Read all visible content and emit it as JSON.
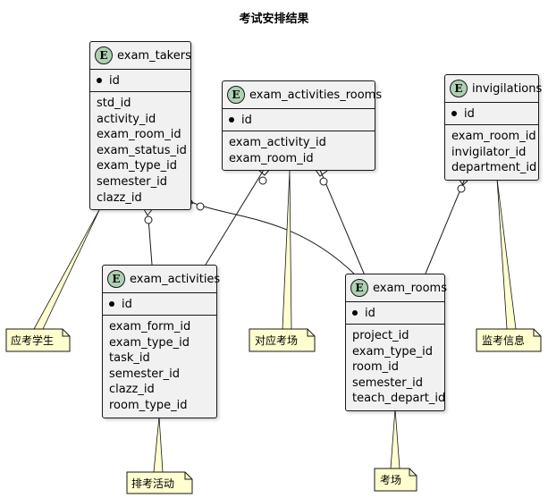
{
  "diagram": {
    "title": "考试安排结果",
    "entities": {
      "exam_takers": {
        "badge": "E",
        "name": "exam_takers",
        "pk": "id",
        "fields": [
          "std_id",
          "activity_id",
          "exam_room_id",
          "exam_status_id",
          "exam_type_id",
          "semester_id",
          "clazz_id"
        ]
      },
      "exam_activities_rooms": {
        "badge": "E",
        "name": "exam_activities_rooms",
        "pk": "id",
        "fields": [
          "exam_activity_id",
          "exam_room_id"
        ]
      },
      "invigilations": {
        "badge": "E",
        "name": "invigilations",
        "pk": "id",
        "fields": [
          "exam_room_id",
          "invigilator_id",
          "department_id"
        ]
      },
      "exam_activities": {
        "badge": "E",
        "name": "exam_activities",
        "pk": "id",
        "fields": [
          "exam_form_id",
          "exam_type_id",
          "task_id",
          "semester_id",
          "clazz_id",
          "room_type_id"
        ]
      },
      "exam_rooms": {
        "badge": "E",
        "name": "exam_rooms",
        "pk": "id",
        "fields": [
          "project_id",
          "exam_type_id",
          "room_id",
          "semester_id",
          "teach_depart_id"
        ]
      }
    },
    "notes": {
      "takers": "应考学生",
      "activities_rooms": "对应考场",
      "invigilations": "监考信息",
      "activities": "排考活动",
      "rooms": "考场"
    },
    "colors": {
      "entity_fill": "#F1F1F1",
      "badge_fill": "#ADD1B2",
      "note_fill": "#FEFECE",
      "line": "#181818"
    },
    "relationships": [
      {
        "from": "exam_takers",
        "to": "exam_activities",
        "type": "many-to-one"
      },
      {
        "from": "exam_takers",
        "to": "exam_rooms",
        "type": "many-to-one"
      },
      {
        "from": "exam_activities_rooms",
        "to": "exam_activities",
        "type": "many-to-one"
      },
      {
        "from": "exam_activities_rooms",
        "to": "exam_rooms",
        "type": "many-to-one"
      },
      {
        "from": "invigilations",
        "to": "exam_rooms",
        "type": "many-to-one"
      }
    ]
  }
}
